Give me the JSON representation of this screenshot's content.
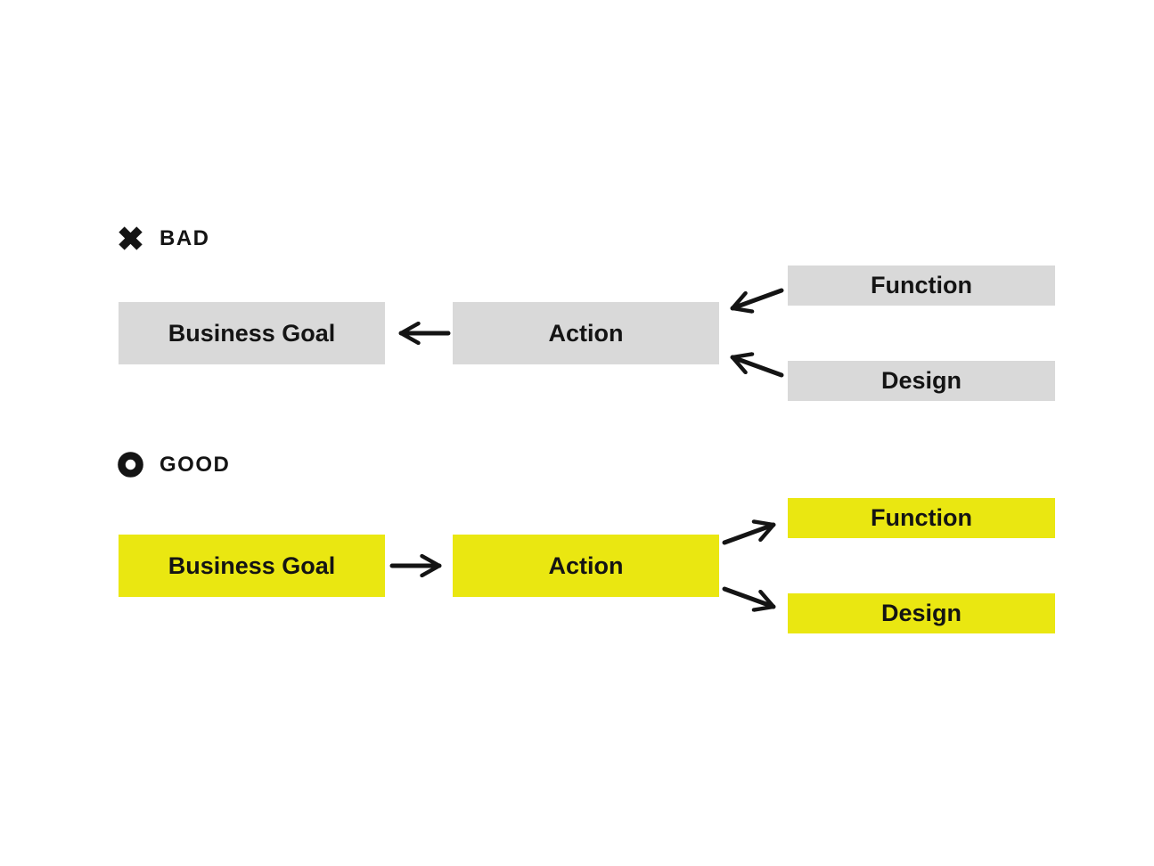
{
  "diagram": {
    "sections": [
      {
        "id": "bad",
        "label": "BAD",
        "icon": "x-mark-icon",
        "flow_direction": "arrows point from Function and Design through Action back to Business Goal",
        "boxes": {
          "business_goal": "Business Goal",
          "action": "Action",
          "function": "Function",
          "design": "Design"
        }
      },
      {
        "id": "good",
        "label": "GOOD",
        "icon": "circle-icon",
        "flow_direction": "arrows point from Business Goal through Action out to Function and Design",
        "boxes": {
          "business_goal": "Business Goal",
          "action": "Action",
          "function": "Function",
          "design": "Design"
        }
      }
    ]
  },
  "colors": {
    "bad_box": "#D9D9D9",
    "good_box": "#EAE711",
    "ink": "#141414",
    "background": "#FFFFFF"
  }
}
